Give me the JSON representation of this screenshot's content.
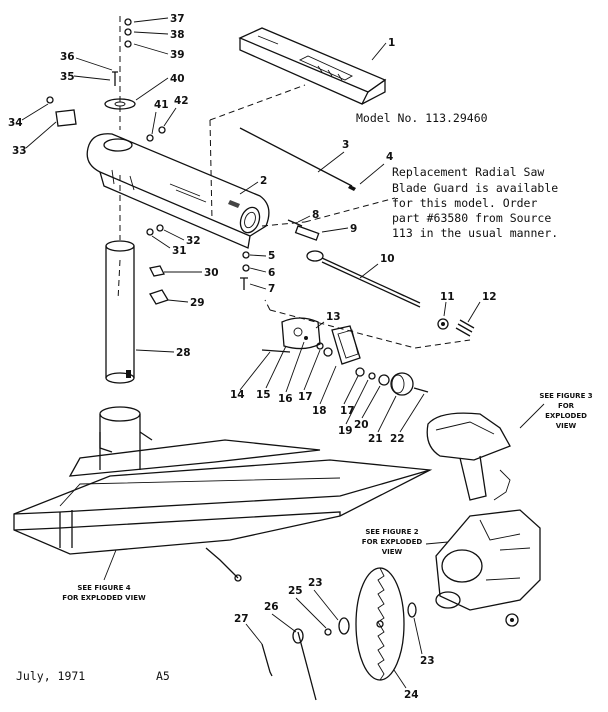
{
  "model_label": "Model No. 113.29460",
  "note_lines": [
    "Replacement Radial Saw",
    "Blade Guard is available",
    "for this model.  Order",
    "part #63580 from Source",
    "113 in the usual manner."
  ],
  "ref_fig3": [
    "SEE FIGURE 3",
    "FOR",
    "EXPLODED",
    "VIEW"
  ],
  "ref_fig2": [
    "SEE FIGURE 2",
    "FOR EXPLODED",
    "VIEW"
  ],
  "ref_fig4": [
    "SEE FIGURE 4",
    "FOR EXPLODED VIEW"
  ],
  "footer_date": "July, 1971",
  "footer_code": "A5",
  "parts": [
    "1",
    "2",
    "3",
    "4",
    "5",
    "6",
    "7",
    "8",
    "9",
    "10",
    "11",
    "12",
    "13",
    "14",
    "15",
    "16",
    "17",
    "17",
    "18",
    "19",
    "20",
    "21",
    "22",
    "23",
    "23",
    "24",
    "25",
    "26",
    "27",
    "28",
    "29",
    "30",
    "31",
    "32",
    "33",
    "34",
    "35",
    "36",
    "37",
    "38",
    "39",
    "40",
    "41",
    "42"
  ]
}
